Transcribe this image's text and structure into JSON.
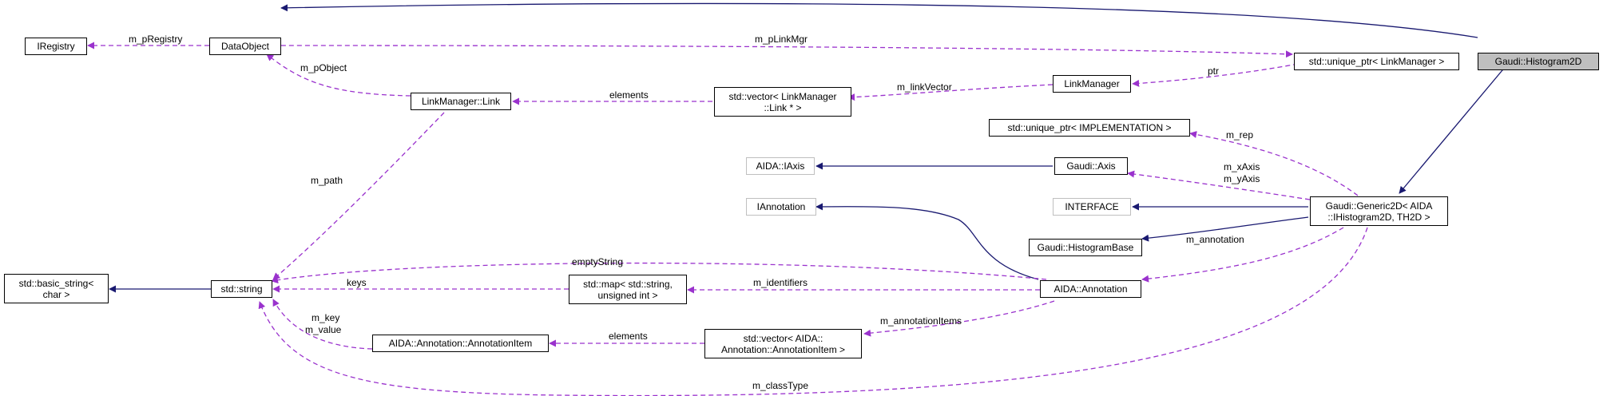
{
  "colors": {
    "inheritance": "#191970",
    "usage": "#9a32cd",
    "highlight_fill": "#bfbfbf",
    "external_border": "#bfbfbf"
  },
  "nodes": {
    "histogram2d": "Gaudi::Histogram2D",
    "iregistry": "IRegistry",
    "dataobject": "DataObject",
    "unique_ptr_linkmgr": "std::unique_ptr< LinkManager >",
    "linkmanager": "LinkManager",
    "linkmanager_link": "LinkManager::Link",
    "vector_link": "std::vector< LinkManager\n::Link * >",
    "unique_ptr_impl": "std::unique_ptr< IMPLEMENTATION >",
    "aida_iaxis": "AIDA::IAxis",
    "gaudi_axis": "Gaudi::Axis",
    "iannotation": "IAnnotation",
    "interface": "INTERFACE",
    "generic2d": "Gaudi::Generic2D< AIDA\n::IHistogram2D, TH2D >",
    "histogrambase": "Gaudi::HistogramBase",
    "basic_string": "std::basic_string<\nchar >",
    "std_string": "std::string",
    "std_map": "std::map< std::string,\nunsigned int >",
    "aida_annotation": "AIDA::Annotation",
    "annotationitem": "AIDA::Annotation::AnnotationItem",
    "vector_annotationitem": "std::vector< AIDA::\nAnnotation::AnnotationItem >"
  },
  "edge_labels": {
    "m_pRegistry": "m_pRegistry",
    "m_pLinkMgr": "m_pLinkMgr",
    "ptr": "ptr",
    "m_pObject": "m_pObject",
    "elements_link": "elements",
    "m_linkVector": "m_linkVector",
    "m_rep": "m_rep",
    "m_xAxis": "m_xAxis",
    "m_yAxis": "m_yAxis",
    "m_path": "m_path",
    "emptyString": "emptyString",
    "m_annotation": "m_annotation",
    "keys": "keys",
    "m_identifiers": "m_identifiers",
    "m_key": "m_key",
    "m_value": "m_value",
    "m_annotationItems": "m_annotationItems",
    "elements_item": "elements",
    "m_classType": "m_classType"
  }
}
